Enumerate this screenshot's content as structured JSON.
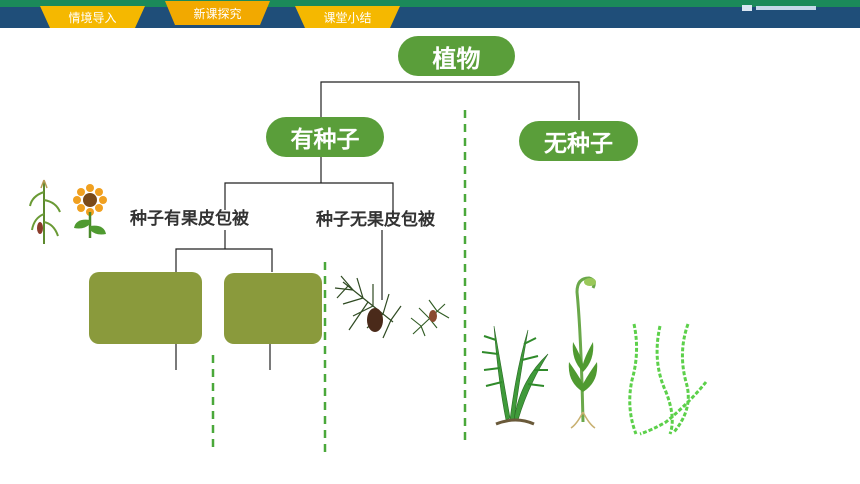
{
  "nav": {
    "tabs": [
      {
        "label": "情境导入",
        "active": false
      },
      {
        "label": "新课探究",
        "active": true
      },
      {
        "label": "课堂小结",
        "active": false
      }
    ]
  },
  "diagram": {
    "root": "植物",
    "with_seed": "有种子",
    "without_seed": "无种子",
    "with_pericarp": "种子有果皮包被",
    "without_pericarp": "种子无果皮包被"
  },
  "colors": {
    "pill_green": "#5a9e3a",
    "box_olive": "#8a9a3c",
    "dash_green": "#4aa83a",
    "tab_yellow": "#f5b800",
    "top_bar": "#1f4e79"
  },
  "icons": [
    "corn-plant-icon",
    "sunflower-icon",
    "pine-branch-icon",
    "pine-sprig-icon",
    "fern-icon",
    "moss-icon",
    "algae-icon"
  ]
}
